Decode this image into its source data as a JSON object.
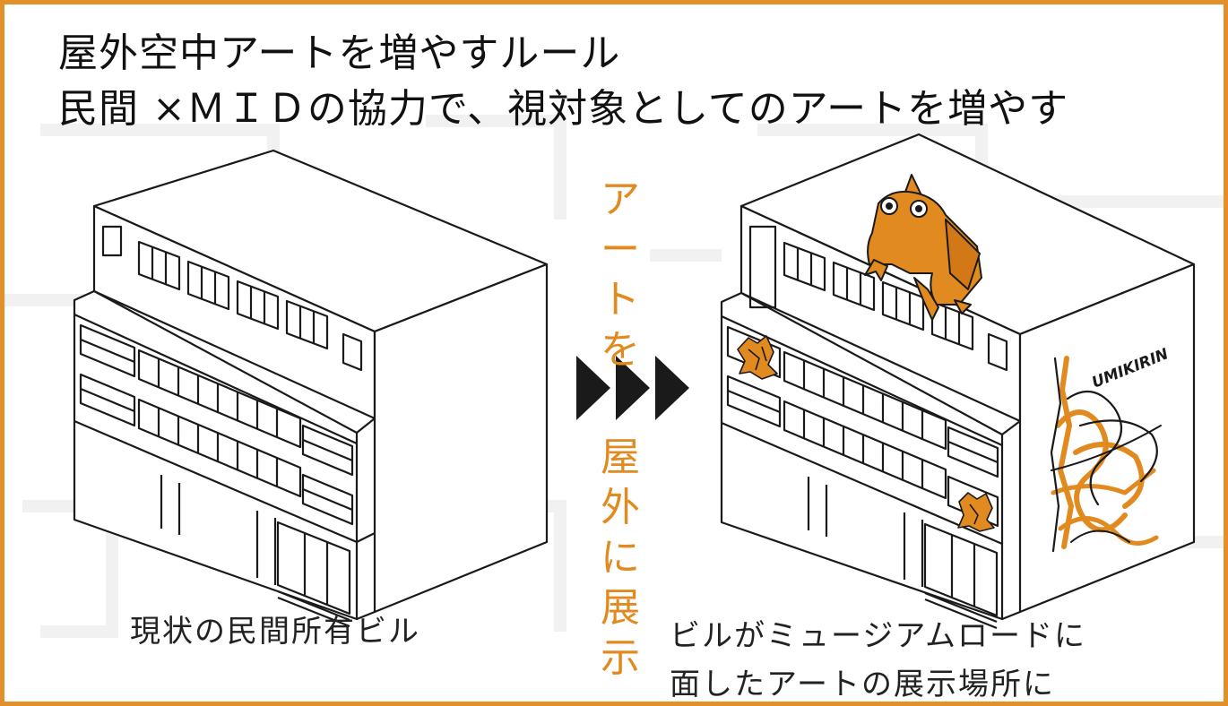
{
  "heading": {
    "line1": "屋外空中アートを増やすルール",
    "line2": "民間 ×ＭＩＤの協力で、視対象としてのアートを増やす"
  },
  "arrow_label": {
    "upper_chars": [
      "ア",
      "ー",
      "ト",
      "を"
    ],
    "lower_chars": [
      "屋",
      "外",
      "に",
      "展",
      "示"
    ]
  },
  "left_building": {
    "caption": "現状の民間所有ビル"
  },
  "right_building": {
    "caption_line1": "ビルがミュージアムロードに",
    "caption_line2": "面したアートの展示場所に",
    "mural_text": "UMIKIRIN"
  },
  "colors": {
    "accent": "#e08a1f",
    "frame": "#e38f2a",
    "line": "#1a1a1a"
  }
}
